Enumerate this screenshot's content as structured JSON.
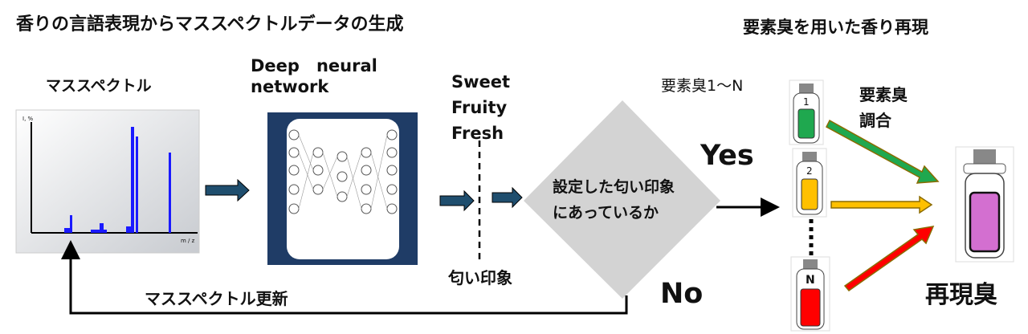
{
  "title_left": "香りの言語表現からマススペクトルデータの生成",
  "title_right": "要素臭を用いた香り再現",
  "spectrum_label": "マススペクトル",
  "nn_label_1": "Deep　neural",
  "nn_label_2": "network",
  "descriptors": [
    "Sweet",
    "Fruity",
    "Fresh"
  ],
  "impression_label": "匂い印象",
  "decision_1": "設定した匂い印象",
  "decision_2": "にあっているか",
  "yes": "Yes",
  "no": "No",
  "feedback_label": "マススペクトル更新",
  "element_odors_label": "要素臭1〜N",
  "blend_label_1": "要素臭",
  "blend_label_2": "調合",
  "vials": [
    {
      "label": "1",
      "color": "#1fa84f"
    },
    {
      "label": "2",
      "color": "#ffc000"
    },
    {
      "label": "N",
      "color": "#ff0000"
    }
  ],
  "result_color": "#d36fd0",
  "result_label": "再現臭",
  "spectrum_axis": {
    "y": "I, %",
    "x": "m / z"
  }
}
